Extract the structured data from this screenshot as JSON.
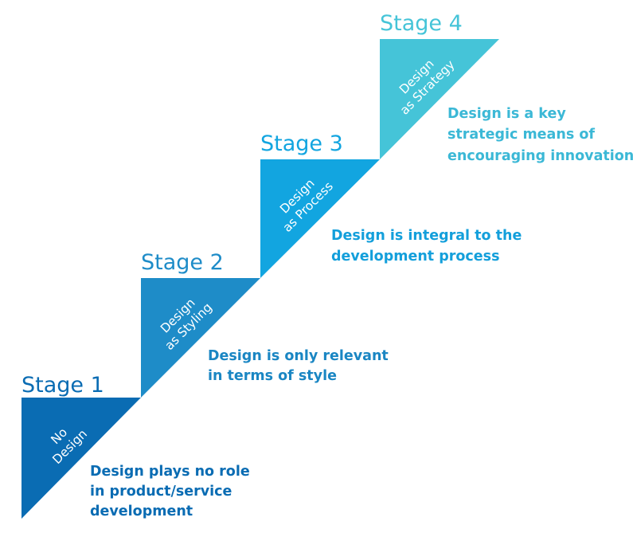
{
  "stages": [
    {
      "title": "Stage 1",
      "label_lines": [
        "No",
        "Design"
      ],
      "description_lines": [
        "Design plays no role",
        "in product/service",
        "development"
      ],
      "color": "#0a6cb3",
      "desc_color": "#0a6cb3"
    },
    {
      "title": "Stage 2",
      "label_lines": [
        "Design",
        "as Styling"
      ],
      "description_lines": [
        "Design is only relevant",
        "in  terms of style"
      ],
      "color": "#1e8cc8",
      "desc_color": "#1a86c3"
    },
    {
      "title": "Stage 3",
      "label_lines": [
        "Design",
        "as Process"
      ],
      "description_lines": [
        "Design is integral to the",
        "development process"
      ],
      "color": "#12a5e0",
      "desc_color": "#139fdb"
    },
    {
      "title": "Stage 4",
      "label_lines": [
        "Design",
        "as Strategy"
      ],
      "description_lines": [
        "Design is a key",
        "strategic means of",
        "encouraging innovation"
      ],
      "color": "#45c4d8",
      "desc_color": "#3bb8d6"
    }
  ]
}
